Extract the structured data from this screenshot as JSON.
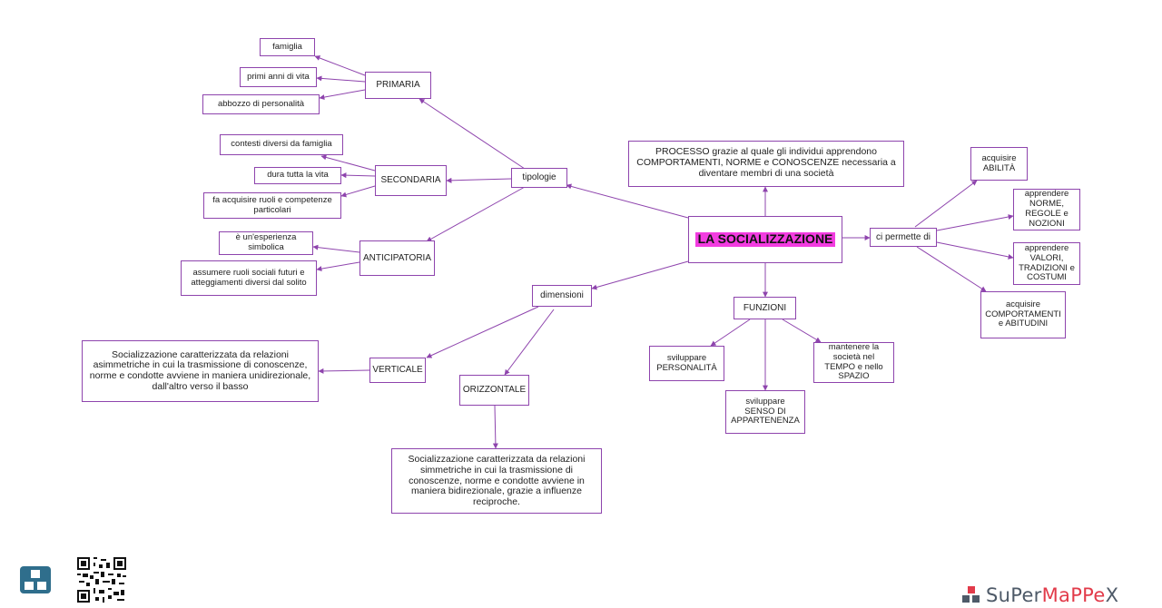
{
  "map": {
    "center": "LA SOCIALIZZAZIONE",
    "definizione": "PROCESSO grazie al quale gli individui apprendono COMPORTAMENTI, NORME e CONOSCENZE necessaria a diventare membri di una società",
    "tipologie": "tipologie",
    "primaria": "PRIMARIA",
    "famiglia": "famiglia",
    "primi_anni": "primi anni di vita",
    "abbozzo": "abbozzo di personalità",
    "secondaria": "SECONDARIA",
    "contesti": "contesti diversi da famiglia",
    "dura": "dura tutta la vita",
    "fa_acquisire": "fa acquisire ruoli e competenze particolari",
    "anticipatoria": "ANTICIPATORIA",
    "esperienza": "è un'esperienza simbolica",
    "assumere": "assumere ruoli sociali futuri e atteggiamenti diversi dal solito",
    "dimensioni": "dimensioni",
    "verticale": "VERTICALE",
    "verticale_desc": "Socializzazione caratterizzata da relazioni asimmetriche in cui la trasmissione di conoscenze, norme e condotte avviene in maniera unidirezionale, dall'altro verso il basso",
    "orizzontale": "ORIZZONTALE",
    "orizzontale_desc": "Socializzazione caratterizzata da relazioni simmetriche in cui la trasmissione di conoscenze, norme e condotte avviene in maniera bidirezionale, grazie a influenze reciproche.",
    "funzioni": "FUNZIONI",
    "personalita": "sviluppare PERSONALITÀ",
    "senso": "sviluppare SENSO DI APPARTENENZA",
    "mantenere": "mantenere la società nel TEMPO e nello SPAZIO",
    "permette": "ci permette di",
    "abilita": "acquisire ABILITÀ",
    "norme": "apprendere NORME, REGOLE e NOZIONI",
    "valori": "apprendere VALORI, TRADIZIONI e COSTUMI",
    "comportamenti": "acquisire COMPORTAMENTI e ABITUDINI"
  },
  "brand": {
    "part1": "SuPer",
    "part2": "MaPPe",
    "part3": "X"
  },
  "colors": {
    "border": "#8e44ad",
    "link": "#8e44ad",
    "highlight": "#f23ce0",
    "brand_dark": "#4e5a68",
    "brand_red": "#e23b4a"
  }
}
